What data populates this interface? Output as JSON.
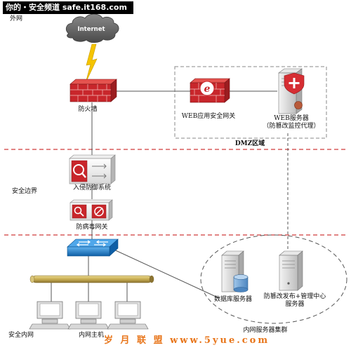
{
  "watermark_top": "你的・安全频道 safe.it168.com",
  "watermark_bottom": "岁 月 联 盟 www.5yue.com",
  "zones": {
    "external": "外网",
    "dmz": "DMZ区域",
    "border": "安全边界",
    "internal": "安全内网"
  },
  "nodes": {
    "internet": "Internet",
    "firewall": "防火墙",
    "waf": "WEB应用安全网关",
    "web_server_line1": "WEB服务器",
    "web_server_line2": "（防篡改监控代理）",
    "ips": "入侵防御系统",
    "antivirus_gw": "防病毒网关",
    "db_server": "数据库服务器",
    "mgmt_server_line1": "防篡改发布+管理中心",
    "mgmt_server_line2": "服务器",
    "intranet_host": "内网主机",
    "server_cluster": "内网服务器集群"
  },
  "colors": {
    "zone_divider": "#d03a3a",
    "brick_red": "#c8262b",
    "trunk_bus": "#c9b25c",
    "switch_blue": "#1a79c8",
    "lightning": "#f5c400",
    "cloud": "#6b6b6b"
  }
}
